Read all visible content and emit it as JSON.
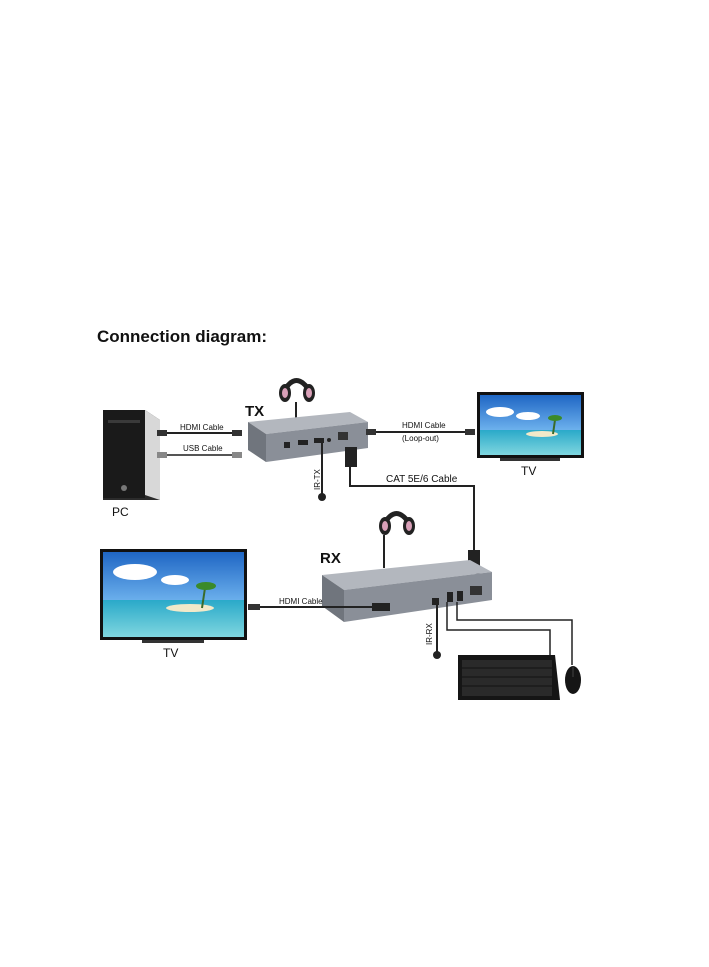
{
  "title": "Connection diagram:",
  "devices": {
    "tx": "TX",
    "rx": "RX",
    "pc": "PC",
    "tv_right": "TV",
    "tv_left": "TV"
  },
  "cables": {
    "pc_hdmi": "HDMI Cable",
    "pc_usb": "USB Cable",
    "loop_hdmi": "HDMI Cable",
    "loop_out": "(Loop-out)",
    "cat": "CAT 5E/6 Cable",
    "rx_hdmi": "HDMI Cable"
  },
  "ports": {
    "ir_tx": "IR-TX",
    "ir_rx": "IR-RX"
  },
  "colors": {
    "device_body": "#8a8f98",
    "device_top": "#a7acb4",
    "cable": "#222222",
    "sky": "#2f7fd6",
    "headphone_accent": "#d9a0b8"
  },
  "icons": [
    "headphones-icon",
    "keyboard-icon",
    "mouse-icon",
    "pc-tower-icon",
    "tv-icon"
  ]
}
